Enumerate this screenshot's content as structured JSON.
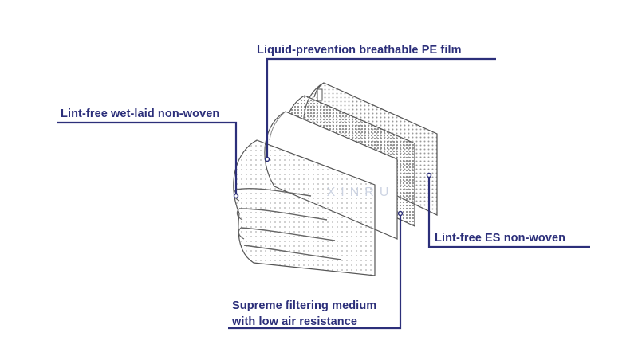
{
  "labels": {
    "pe_film": "Liquid-prevention breathable PE film",
    "wet_laid": "Lint-free wet-laid non-woven",
    "es_nonwoven": "Lint-free ES non-woven",
    "filter_line1": "Supreme filtering medium",
    "filter_line2": "with low air resistance"
  },
  "watermark": {
    "text": "XINRU"
  },
  "colors": {
    "label_text": "#2c2f7a",
    "leader_line": "#2c2f7a",
    "layer_outline": "#555555",
    "dot_fill": "#9a9a9a"
  }
}
